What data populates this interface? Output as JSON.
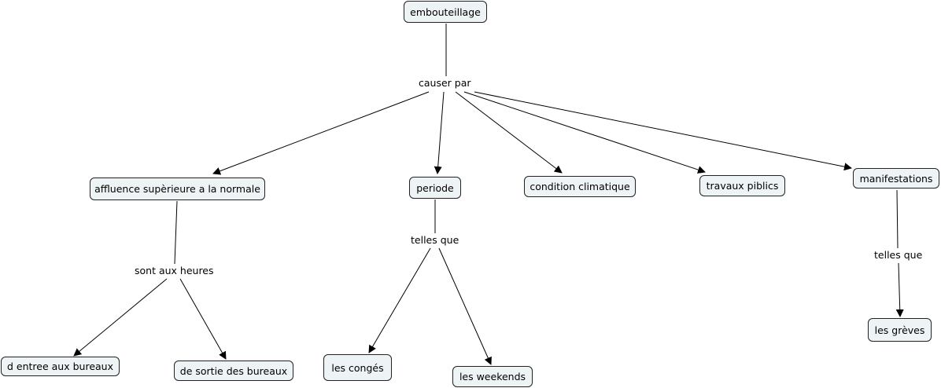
{
  "concepts": {
    "embouteillage": "embouteillage",
    "affluence": "affluence supèrieure a la normale",
    "periode": "periode",
    "condition": "condition climatique",
    "travaux": "travaux piblics",
    "manifestations": "manifestations",
    "entree": "d entree aux bureaux",
    "sortie": "de sortie des bureaux",
    "conges": "les congés",
    "weekends": "les weekends",
    "greves": "les grèves"
  },
  "links": {
    "causer_par": "causer par",
    "sont_aux_heures": "sont aux heures",
    "telles_que_periode": "telles que",
    "telles_que_manif": "telles que"
  }
}
